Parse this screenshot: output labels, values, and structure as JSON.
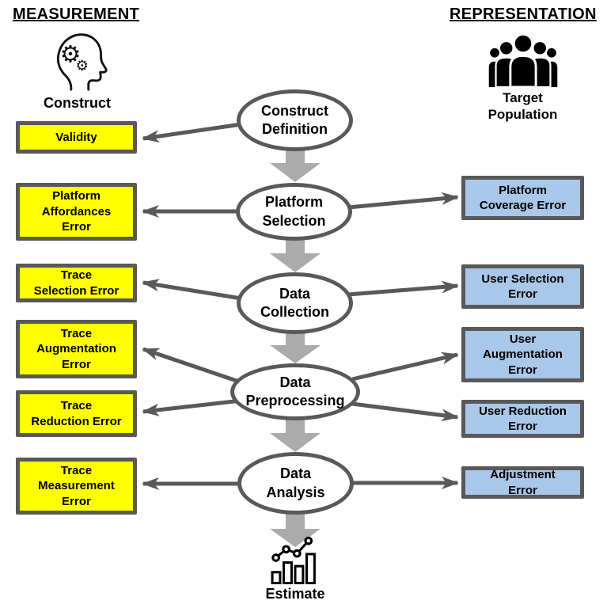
{
  "headers": {
    "left": "MEASUREMENT",
    "right": "REPRESENTATION"
  },
  "entities": {
    "construct": {
      "label": "Construct",
      "icon": "head-gears-icon"
    },
    "target_population": {
      "label": "Target\nPopulation",
      "icon": "people-group-icon"
    },
    "estimate": {
      "label": "Estimate",
      "icon": "chart-icon"
    }
  },
  "stages": [
    {
      "label": "Construct\nDefinition"
    },
    {
      "label": "Platform\nSelection"
    },
    {
      "label": "Data\nCollection"
    },
    {
      "label": "Data\nPreprocessing"
    },
    {
      "label": "Data\nAnalysis"
    }
  ],
  "measurement_errors": [
    {
      "label": "Validity"
    },
    {
      "label": "Platform\nAffordances\nError"
    },
    {
      "label": "Trace\nSelection Error"
    },
    {
      "label": "Trace\nAugmentation\nError"
    },
    {
      "label": "Trace\nReduction Error"
    },
    {
      "label": "Trace\nMeasurement\nError"
    }
  ],
  "representation_errors": [
    {
      "label": "Platform\nCoverage Error"
    },
    {
      "label": "User Selection\nError"
    },
    {
      "label": "User\nAugmentation\nError"
    },
    {
      "label": "User Reduction\nError"
    },
    {
      "label": "Adjustment\nError"
    }
  ],
  "colors": {
    "measurement_box_fill": "#FFFF00",
    "representation_box_fill": "#A9C7E8",
    "outline": "#595959",
    "flow_block_arrow": "#ABABAB",
    "text": "#000000"
  }
}
